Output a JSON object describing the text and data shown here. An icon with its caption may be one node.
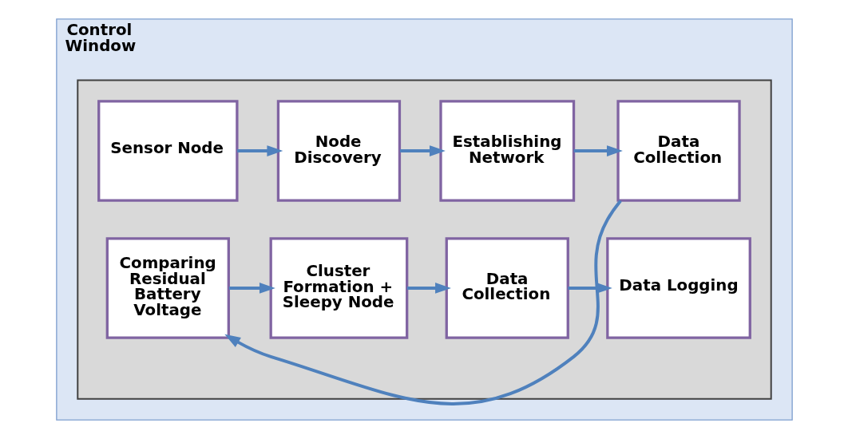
{
  "diagram": {
    "nodes": [
      {
        "text": [
          "Control Window"
        ]
      },
      {
        "text": [],
        "shape": "box",
        "in": 0
      },
      {
        "text": [
          "Sensor Node"
        ],
        "in": 1
      },
      {
        "text": [
          "Node Discovery"
        ],
        "in": 1
      },
      {
        "text": [
          "Establishing Network"
        ],
        "in": 1
      },
      {
        "text": [
          "Data Collection"
        ],
        "in": 1
      },
      {
        "text": [
          "Comparing Residual Battery Voltage"
        ],
        "in": 1
      },
      {
        "text": [
          "Cluster Formation + Sleepy Node"
        ],
        "in": 1
      },
      {
        "text": [
          "Data Collection"
        ],
        "in": 1
      },
      {
        "text": [
          "Data Logging"
        ],
        "in": 1
      }
    ],
    "edges": [
      {
        "from": 2,
        "to": 3,
        "arrow": "to"
      },
      {
        "from": 3,
        "to": 4,
        "arrow": "to"
      },
      {
        "from": 4,
        "to": 5,
        "arrow": "to"
      },
      {
        "from": 5,
        "to": 6,
        "arrow": "to"
      },
      {
        "from": 6,
        "to": 7,
        "arrow": "to"
      },
      {
        "from": 7,
        "to": 8,
        "arrow": "to"
      },
      {
        "from": 8,
        "to": 9,
        "arrow": "to"
      }
    ]
  }
}
